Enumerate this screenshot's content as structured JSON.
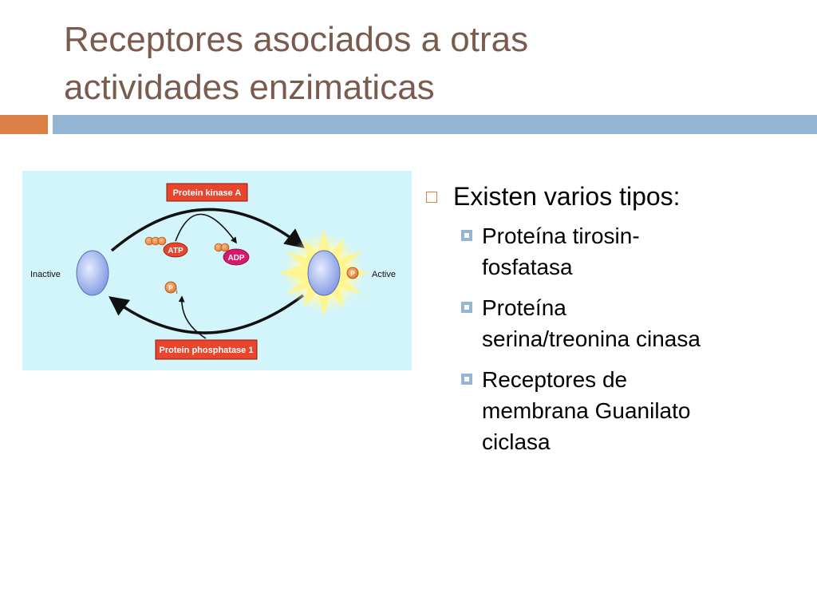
{
  "slide": {
    "title_line1": "Receptores asociados a otras",
    "title_line2": "actividades enzimaticas"
  },
  "diagram": {
    "kinase_label": "Protein kinase A",
    "phosphatase_label": "Protein phosphatase 1",
    "inactive_label": "Inactive",
    "active_label": "Active",
    "atp_label": "ATP",
    "adp_label": "ADP",
    "phosphate_label": "P",
    "phosphate_sub": "i",
    "phospho_tag": "P"
  },
  "bullets": {
    "heading": "Existen varios tipos:",
    "items": [
      {
        "line1": "Proteína tirosin-",
        "line2": "fosfatasa"
      },
      {
        "line1": "Proteína",
        "line2": "serina/treonina cinasa"
      },
      {
        "line1": "Receptores de",
        "line2": "membrana Guanilato",
        "line3": "ciclasa"
      }
    ]
  },
  "colors": {
    "title": "#7a5c4f",
    "accent": "#dd8047",
    "bar": "#94b6d2",
    "figure_bg": "#d2f4fb",
    "label_box": "#e8452c",
    "protein": "#9ab0ee",
    "adp": "#d8186c"
  }
}
